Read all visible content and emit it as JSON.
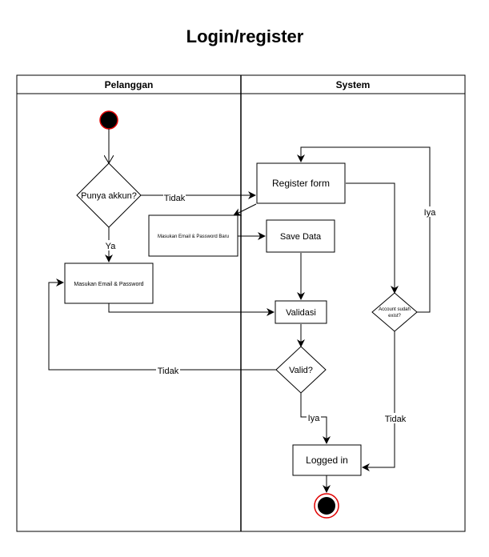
{
  "title": "Login/register",
  "lanes": {
    "left": "Pelanggan",
    "right": "System"
  },
  "nodes": {
    "decision_account": "Punya akkun?",
    "register_form": "Register form",
    "email_password_new": "Masukan Email & Password Baru",
    "save_data": "Save Data",
    "email_password": "Masukan Email & Password",
    "validasi": "Validasi",
    "decision_exists_line1": "Account sudah",
    "decision_exists_line2": "exist?",
    "decision_valid": "Valid?",
    "logged_in": "Logged in"
  },
  "edge_labels": {
    "tidak_register": "Tidak",
    "ya_login": "Ya",
    "iya_exists": "Iya",
    "tidak_valid": "Tidak",
    "iya_valid": "Iya",
    "tidak_exists": "Tidak"
  },
  "colors": {
    "line": "#000000",
    "start_fill": "#000000",
    "start_stroke": "#e00000",
    "background": "#ffffff"
  }
}
